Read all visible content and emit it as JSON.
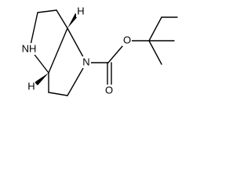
{
  "molecule": {
    "atoms": {
      "nh": "NH",
      "n": "N",
      "o_carbonyl": "O",
      "o_ester": "O",
      "h_top": "H",
      "h_bottom": "H"
    },
    "colors": {
      "ink": "#000000",
      "background": "#ffffff"
    }
  }
}
